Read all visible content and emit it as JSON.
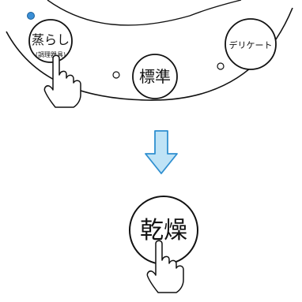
{
  "panel": {
    "indicator_color": "#3a8fd6",
    "buttons": {
      "steam": {
        "label": "蒸らし",
        "sublabel": "(調理器具)"
      },
      "standard": {
        "label": "標準"
      },
      "delicate": {
        "label": "デリケート"
      }
    }
  },
  "arrow": {
    "fill_color": "#bfe3f6",
    "stroke_color": "#2f8fd0",
    "icon": "down-arrow-icon"
  },
  "result": {
    "dry": {
      "label": "乾燥"
    }
  },
  "icons": {
    "hand": "pointing-hand-icon",
    "led": "led-indicator-icon"
  }
}
